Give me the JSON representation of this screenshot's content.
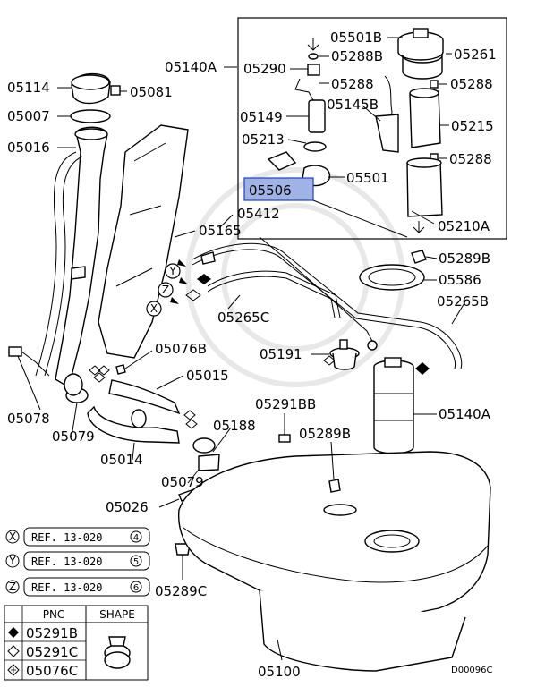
{
  "labels": {
    "p05501B": "05501B",
    "p05288B": "05288B",
    "p05261": "05261",
    "p05140A_top": "05140A",
    "p05290": "05290",
    "p05288_a": "05288",
    "p05288_b": "05288",
    "p05145B": "05145B",
    "p05149": "05149",
    "p05215": "05215",
    "p05213": "05213",
    "p05288_c": "05288",
    "p05506": "05506",
    "p05501": "05501",
    "p05210A": "05210A",
    "p05114": "05114",
    "p05081": "05081",
    "p05007": "05007",
    "p05016": "05016",
    "p05412": "05412",
    "p05165": "05165",
    "p05289B_a": "05289B",
    "p05586": "05586",
    "p05265C": "05265C",
    "p05265B": "05265B",
    "p05191": "05191",
    "p05076B": "05076B",
    "p05015": "05015",
    "p05078": "05078",
    "p05079_a": "05079",
    "p05140A_mid": "05140A",
    "p05291BB": "05291BB",
    "p05188": "05188",
    "p05289B_b": "05289B",
    "p05014": "05014",
    "p05079_b": "05079",
    "p05026": "05026",
    "p05289C": "05289C",
    "p05100": "05100",
    "code": "D00096C"
  },
  "connectors": {
    "x": "X",
    "y": "Y",
    "z": "Z"
  },
  "refs": {
    "x": "REF. 13-020",
    "x_num": "4",
    "y": "REF. 13-020",
    "y_num": "5",
    "z": "REF. 13-020",
    "z_num": "6"
  },
  "legend": {
    "col_pnc": "PNC",
    "col_shape": "SHAPE",
    "rows": [
      "05291B",
      "05291C",
      "05076C"
    ]
  },
  "colors": {
    "highlight_fill": "#9fb3e6",
    "highlight_stroke": "#1f3fbf"
  }
}
